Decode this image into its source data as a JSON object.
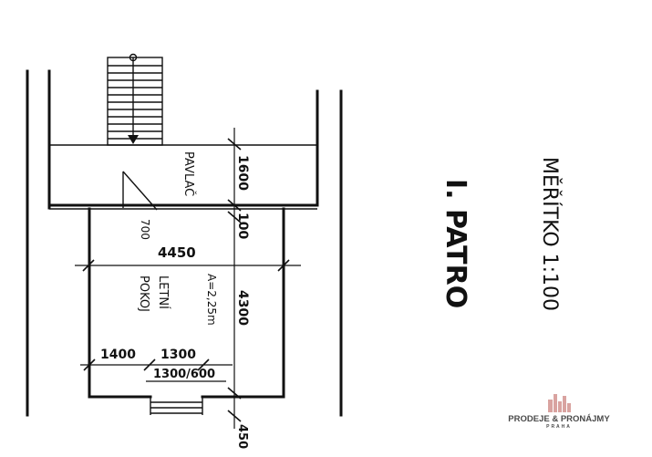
{
  "plan": {
    "floor_title": "I. PATRO",
    "scale": "MĚŘÍTKO  1:100",
    "rooms": {
      "pavlac": "PAVLAČ",
      "room_line1": "LETNÍ",
      "room_line2": "POKOJ",
      "area": "A=2,25m"
    },
    "dimensions": {
      "pavlac_depth": "1600",
      "wall_100": "100",
      "wall_700": "700",
      "room_width": "4450",
      "room_depth": "4300",
      "seg_1400": "1400",
      "seg_1300": "1300",
      "window": "1300/600",
      "bottom_450": "450"
    }
  },
  "watermark": {
    "brand": "PRODEJE & PRONÁJMY",
    "city": "PRAHA",
    "accent_color": "#c0392b"
  }
}
